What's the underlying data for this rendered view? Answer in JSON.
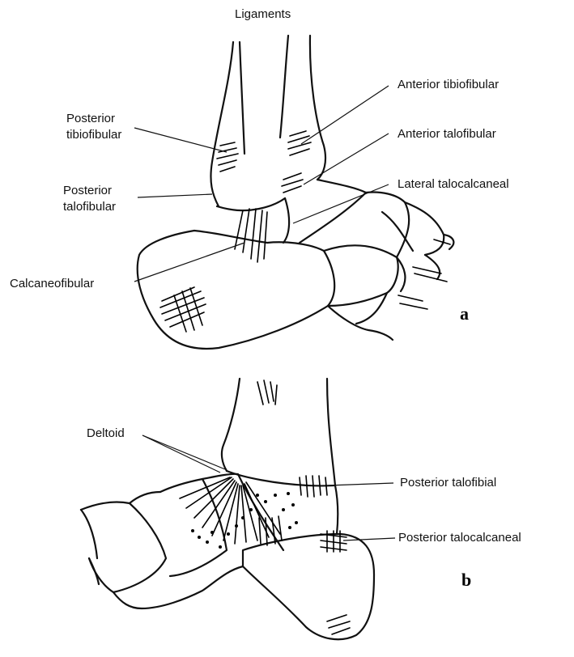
{
  "title": "Ligaments",
  "panel_a": {
    "letter": "a",
    "labels": {
      "posterior_tibiofibular_l1": "Posterior",
      "posterior_tibiofibular_l2": "tibiofibular",
      "posterior_talofibular_l1": "Posterior",
      "posterior_talofibular_l2": "talofibular",
      "calcaneofibular": "Calcaneofibular",
      "anterior_tibiofibular": "Anterior tibiofibular",
      "anterior_talofibular": "Anterior talofibular",
      "lateral_talocalcaneal": "Lateral talocalcaneal"
    }
  },
  "panel_b": {
    "letter": "b",
    "labels": {
      "deltoid": "Deltoid",
      "posterior_talofibial": "Posterior talofibial",
      "posterior_talocalcaneal": "Posterior talocalcaneal"
    }
  }
}
